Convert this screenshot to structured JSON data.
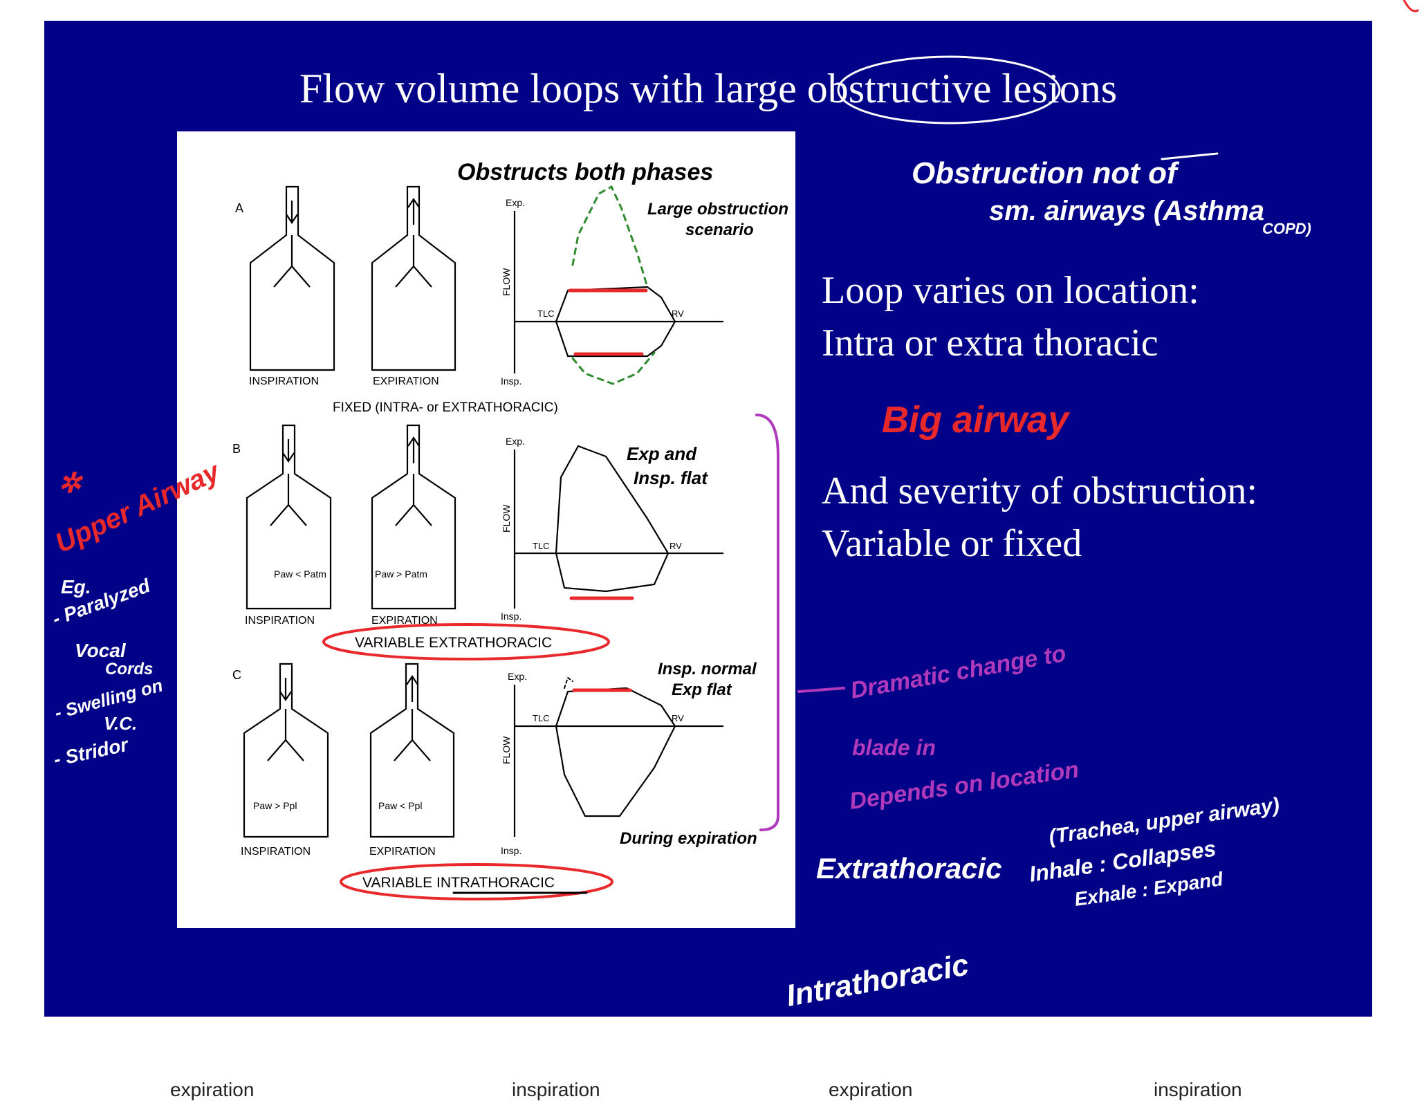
{
  "slide": {
    "title": "Flow volume loops with large obstructive lesions",
    "right_text": [
      "Loop varies on location:",
      "Intra or extra thoracic",
      "And severity of obstruction:",
      "Variable or fixed"
    ]
  },
  "figure": {
    "panel_letters": [
      "A",
      "B",
      "C"
    ],
    "inspiration_label": "INSPIRATION",
    "expiration_label": "EXPIRATION",
    "flow_label": "FLOW",
    "exp_label": "Exp.",
    "insp_label": "Insp.",
    "tlc_label": "TLC",
    "rv_label": "RV",
    "fixed_caption": "FIXED (INTRA- or EXTRATHORACIC)",
    "variable_extra_caption": "VARIABLE EXTRATHORACIC",
    "variable_intra_caption": "VARIABLE INTRATHORACIC",
    "pressure_labels": {
      "b_insp": "Paw < Patm",
      "b_exp": "Paw > Patm",
      "c_insp": "Paw > Ppl",
      "c_exp": "Paw < Ppl"
    }
  },
  "annotations": {
    "top_figure": "Obstructs both phases",
    "large_obstruction": [
      "Large obstruction",
      "scenario"
    ],
    "obstruction_not": [
      "Obstruction not of",
      "sm. airways (Asthma",
      "COPD)"
    ],
    "big_airway": "Big airway",
    "exp_insp_flat": [
      "Exp and",
      "Insp. flat"
    ],
    "insp_exp_flat": [
      "Insp. normal",
      "Exp flat"
    ],
    "during_expiration": "During expiration",
    "upper_airway": [
      "Upper Airway"
    ],
    "examples": [
      "Eg.",
      "- Paralyzed",
      "Vocal",
      "Cords",
      "- Swelling on",
      "V.C.",
      "- Stridor"
    ],
    "dramatic": [
      "Dramatic change to",
      "blade in",
      "Depends on location"
    ],
    "extrathoracic": "Extrathoracic",
    "trachea": "(Trachea, upper airway)",
    "inhale": "Inhale : Collapses",
    "exhale": "Exhale : Expand",
    "intrathoracic": "Intrathoracic"
  },
  "footer": [
    "expiration",
    "inspiration",
    "expiration",
    "inspiration"
  ],
  "colors": {
    "slide_bg": "#020288",
    "pen_red": "#e8282b",
    "pen_green": "#2e8b2e",
    "pen_purple": "#b03abb",
    "pen_white": "#ffffff"
  }
}
